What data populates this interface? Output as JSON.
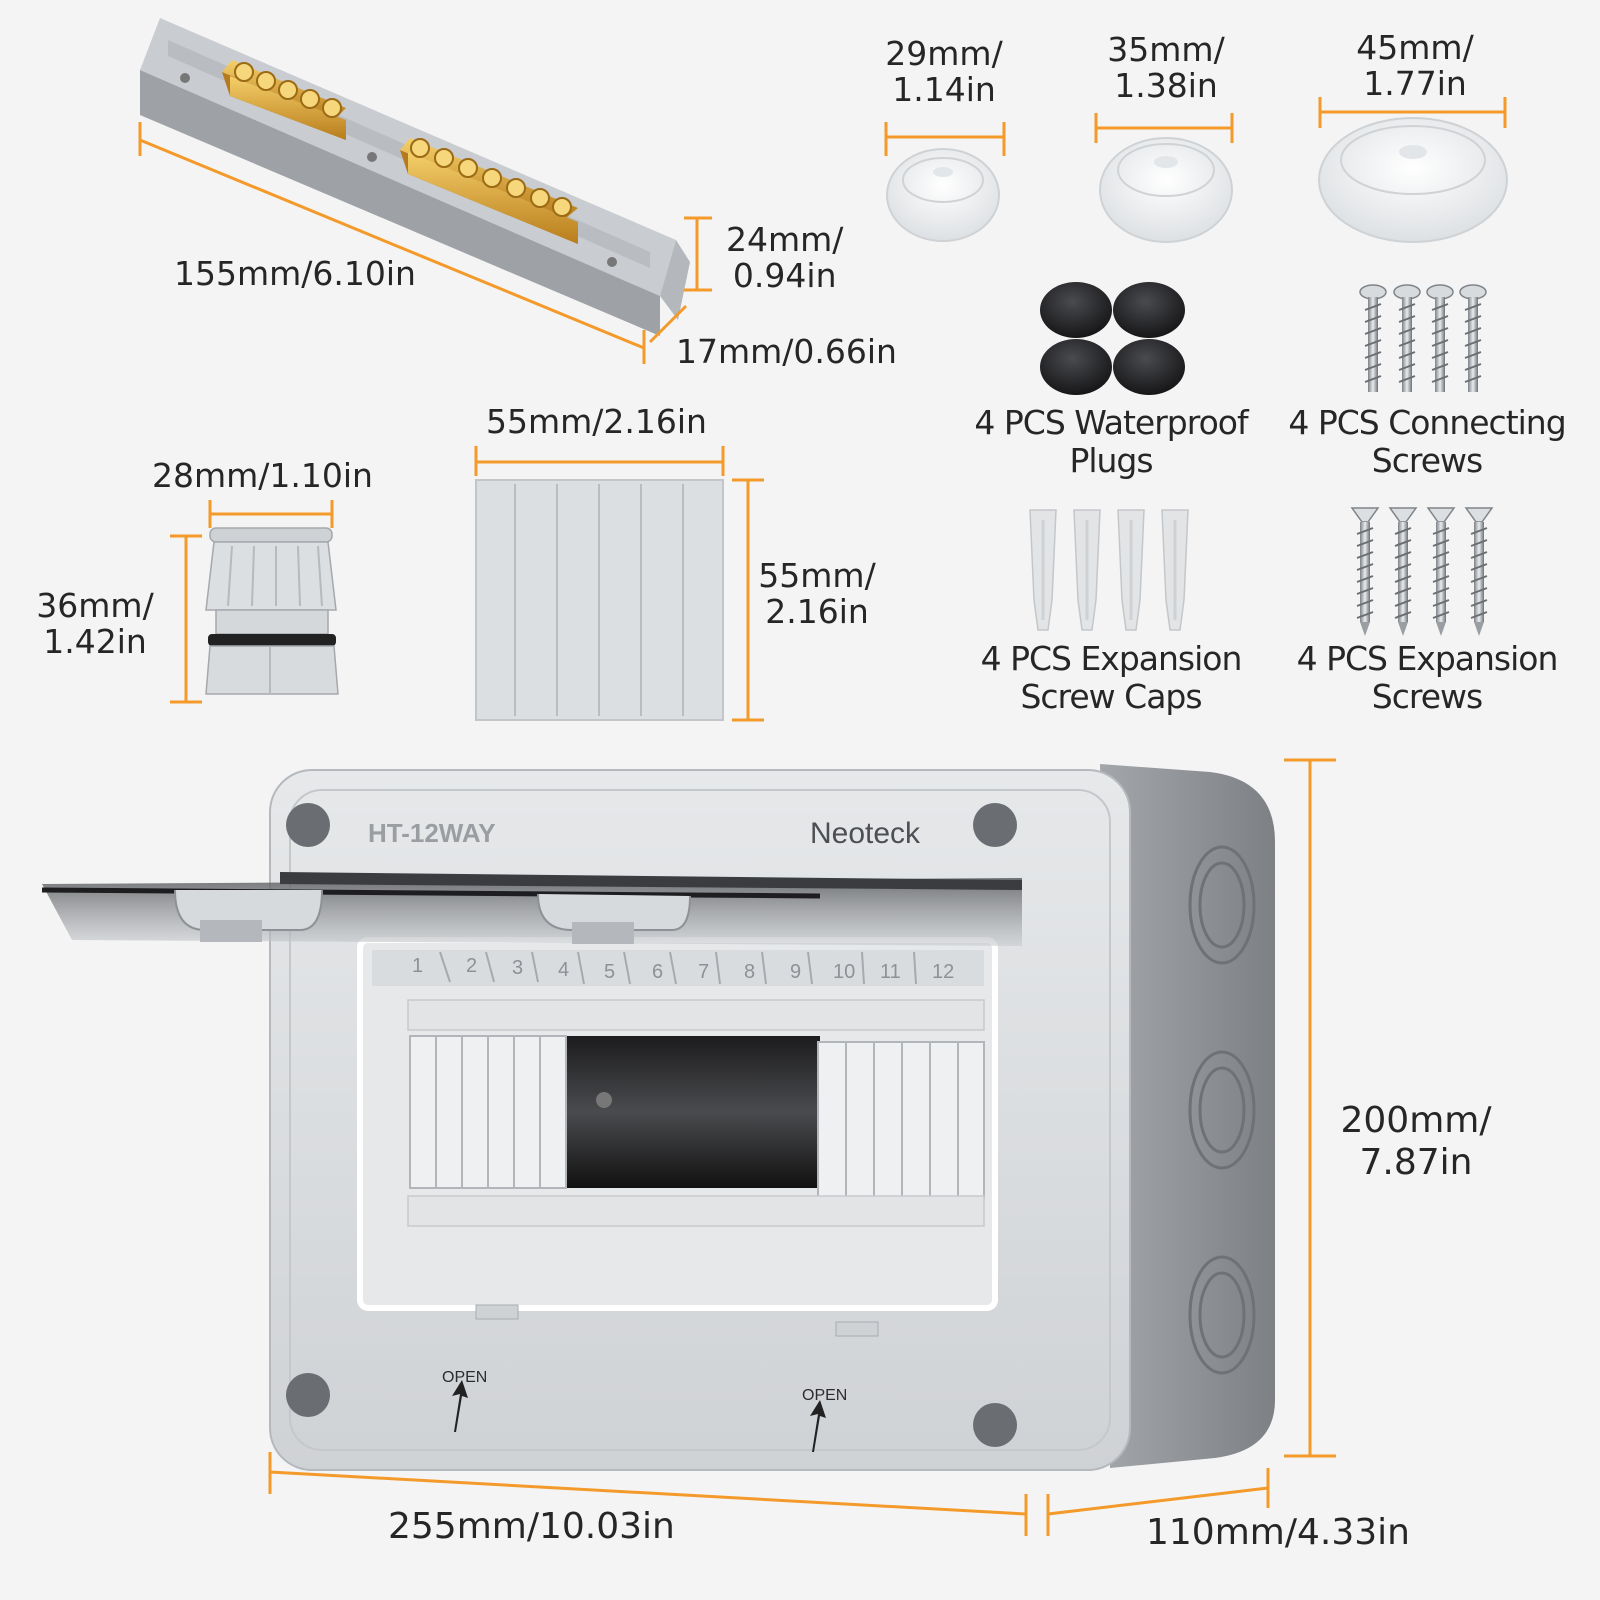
{
  "colors": {
    "accent": "#f39a2a",
    "enclosure": "#d9dcdf",
    "enclosure_side": "#8b8e92",
    "brass": "#e0a83a",
    "plug": "#2a2a2c",
    "background": "#f4f4f4"
  },
  "busbar": {
    "length": "155mm/6.10in",
    "height": "24mm/\n0.94in",
    "depth": "17mm/0.66in"
  },
  "grommets": [
    {
      "size": "29mm/\n1.14in"
    },
    {
      "size": "35mm/\n1.38in"
    },
    {
      "size": "45mm/\n1.77in"
    }
  ],
  "gland": {
    "width": "28mm/1.10in",
    "height": "36mm/\n1.42in"
  },
  "blank_panel": {
    "width": "55mm/2.16in",
    "height": "55mm/\n2.16in"
  },
  "accessories": [
    {
      "label": "4 PCS Waterproof\nPlugs",
      "icon": "waterproof-plug-icon"
    },
    {
      "label": "4 PCS Connecting\nScrews",
      "icon": "connecting-screw-icon"
    },
    {
      "label": "4 PCS Expansion\nScrew Caps",
      "icon": "expansion-cap-icon"
    },
    {
      "label": "4 PCS Expansion\nScrews",
      "icon": "expansion-screw-icon"
    }
  ],
  "enclosure": {
    "model": "HT-12WAY",
    "brand": "Neoteck",
    "open_label": "OPEN",
    "slot_numbers": [
      "1",
      "2",
      "3",
      "4",
      "5",
      "6",
      "7",
      "8",
      "9",
      "10",
      "11",
      "12"
    ],
    "width": "255mm/10.03in",
    "depth": "110mm/4.33in",
    "height": "200mm/\n7.87in"
  }
}
